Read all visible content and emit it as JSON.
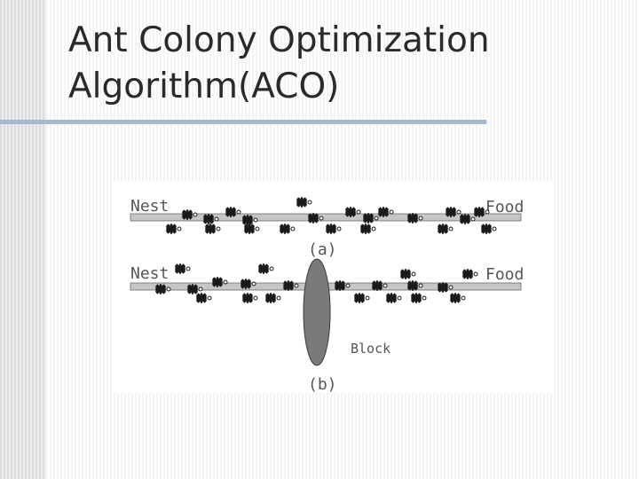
{
  "slide": {
    "title_line1": "Ant Colony Optimization",
    "title_line2": "Algorithm(ACO)"
  },
  "figure": {
    "panel_a": {
      "start_label": "Nest",
      "end_label": "Food",
      "caption": "(a)"
    },
    "panel_b": {
      "start_label": "Nest",
      "end_label": "Food",
      "obstacle_label": "Block",
      "caption": "(b)"
    }
  },
  "colors": {
    "title_text": "#2a2a2a",
    "rule": "#a8b8cc",
    "path_bar": "#c6c6c6",
    "obstacle": "#7a7a7a",
    "ant": "#1a1a1a"
  }
}
